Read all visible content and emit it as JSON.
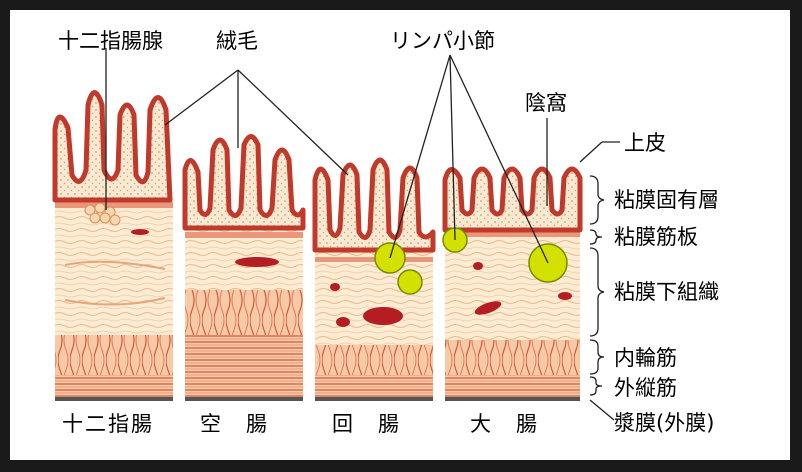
{
  "labels": {
    "duodenal_gland": "十二指腸腺",
    "villi": "絨毛",
    "lymph_nodule": "リンパ小節",
    "crypt": "陰窩",
    "epithelium": "上皮",
    "lamina_propria": "粘膜固有層",
    "muscularis_mucosae": "粘膜筋板",
    "submucosa": "粘膜下組織",
    "inner_circular_muscle": "内輪筋",
    "outer_longitudinal_muscle": "外縦筋",
    "serosa": "漿膜(外膜)"
  },
  "captions": {
    "duodenum": "十二指腸",
    "jejunum": "空　腸",
    "ileum": "回　腸",
    "large_intestine": "大　腸"
  },
  "colors": {
    "epithelium": "#c0392b",
    "mucosa_fill": "#f8e9d2",
    "submucosa_fill": "#fbecd3",
    "muscle_fill": "#f6c9a7",
    "muscle_line": "#d35a3a",
    "lymph_nodule": "#d4e000",
    "vessel": "#b41e23",
    "serosa": "#555555"
  }
}
